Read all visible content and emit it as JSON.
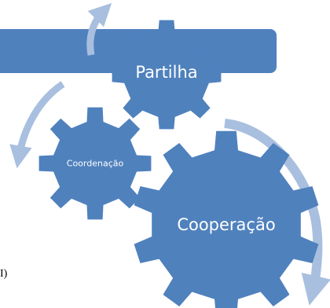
{
  "diagram": {
    "gears": [
      {
        "label": "Partilha"
      },
      {
        "label": "Coordenação"
      },
      {
        "label": "Cooperação"
      }
    ],
    "side_text": "I)",
    "colors": {
      "gear": "#4f81bd",
      "band": "#4f81bd",
      "arrow": "#a8bfdf",
      "label": "#ffffff"
    }
  }
}
